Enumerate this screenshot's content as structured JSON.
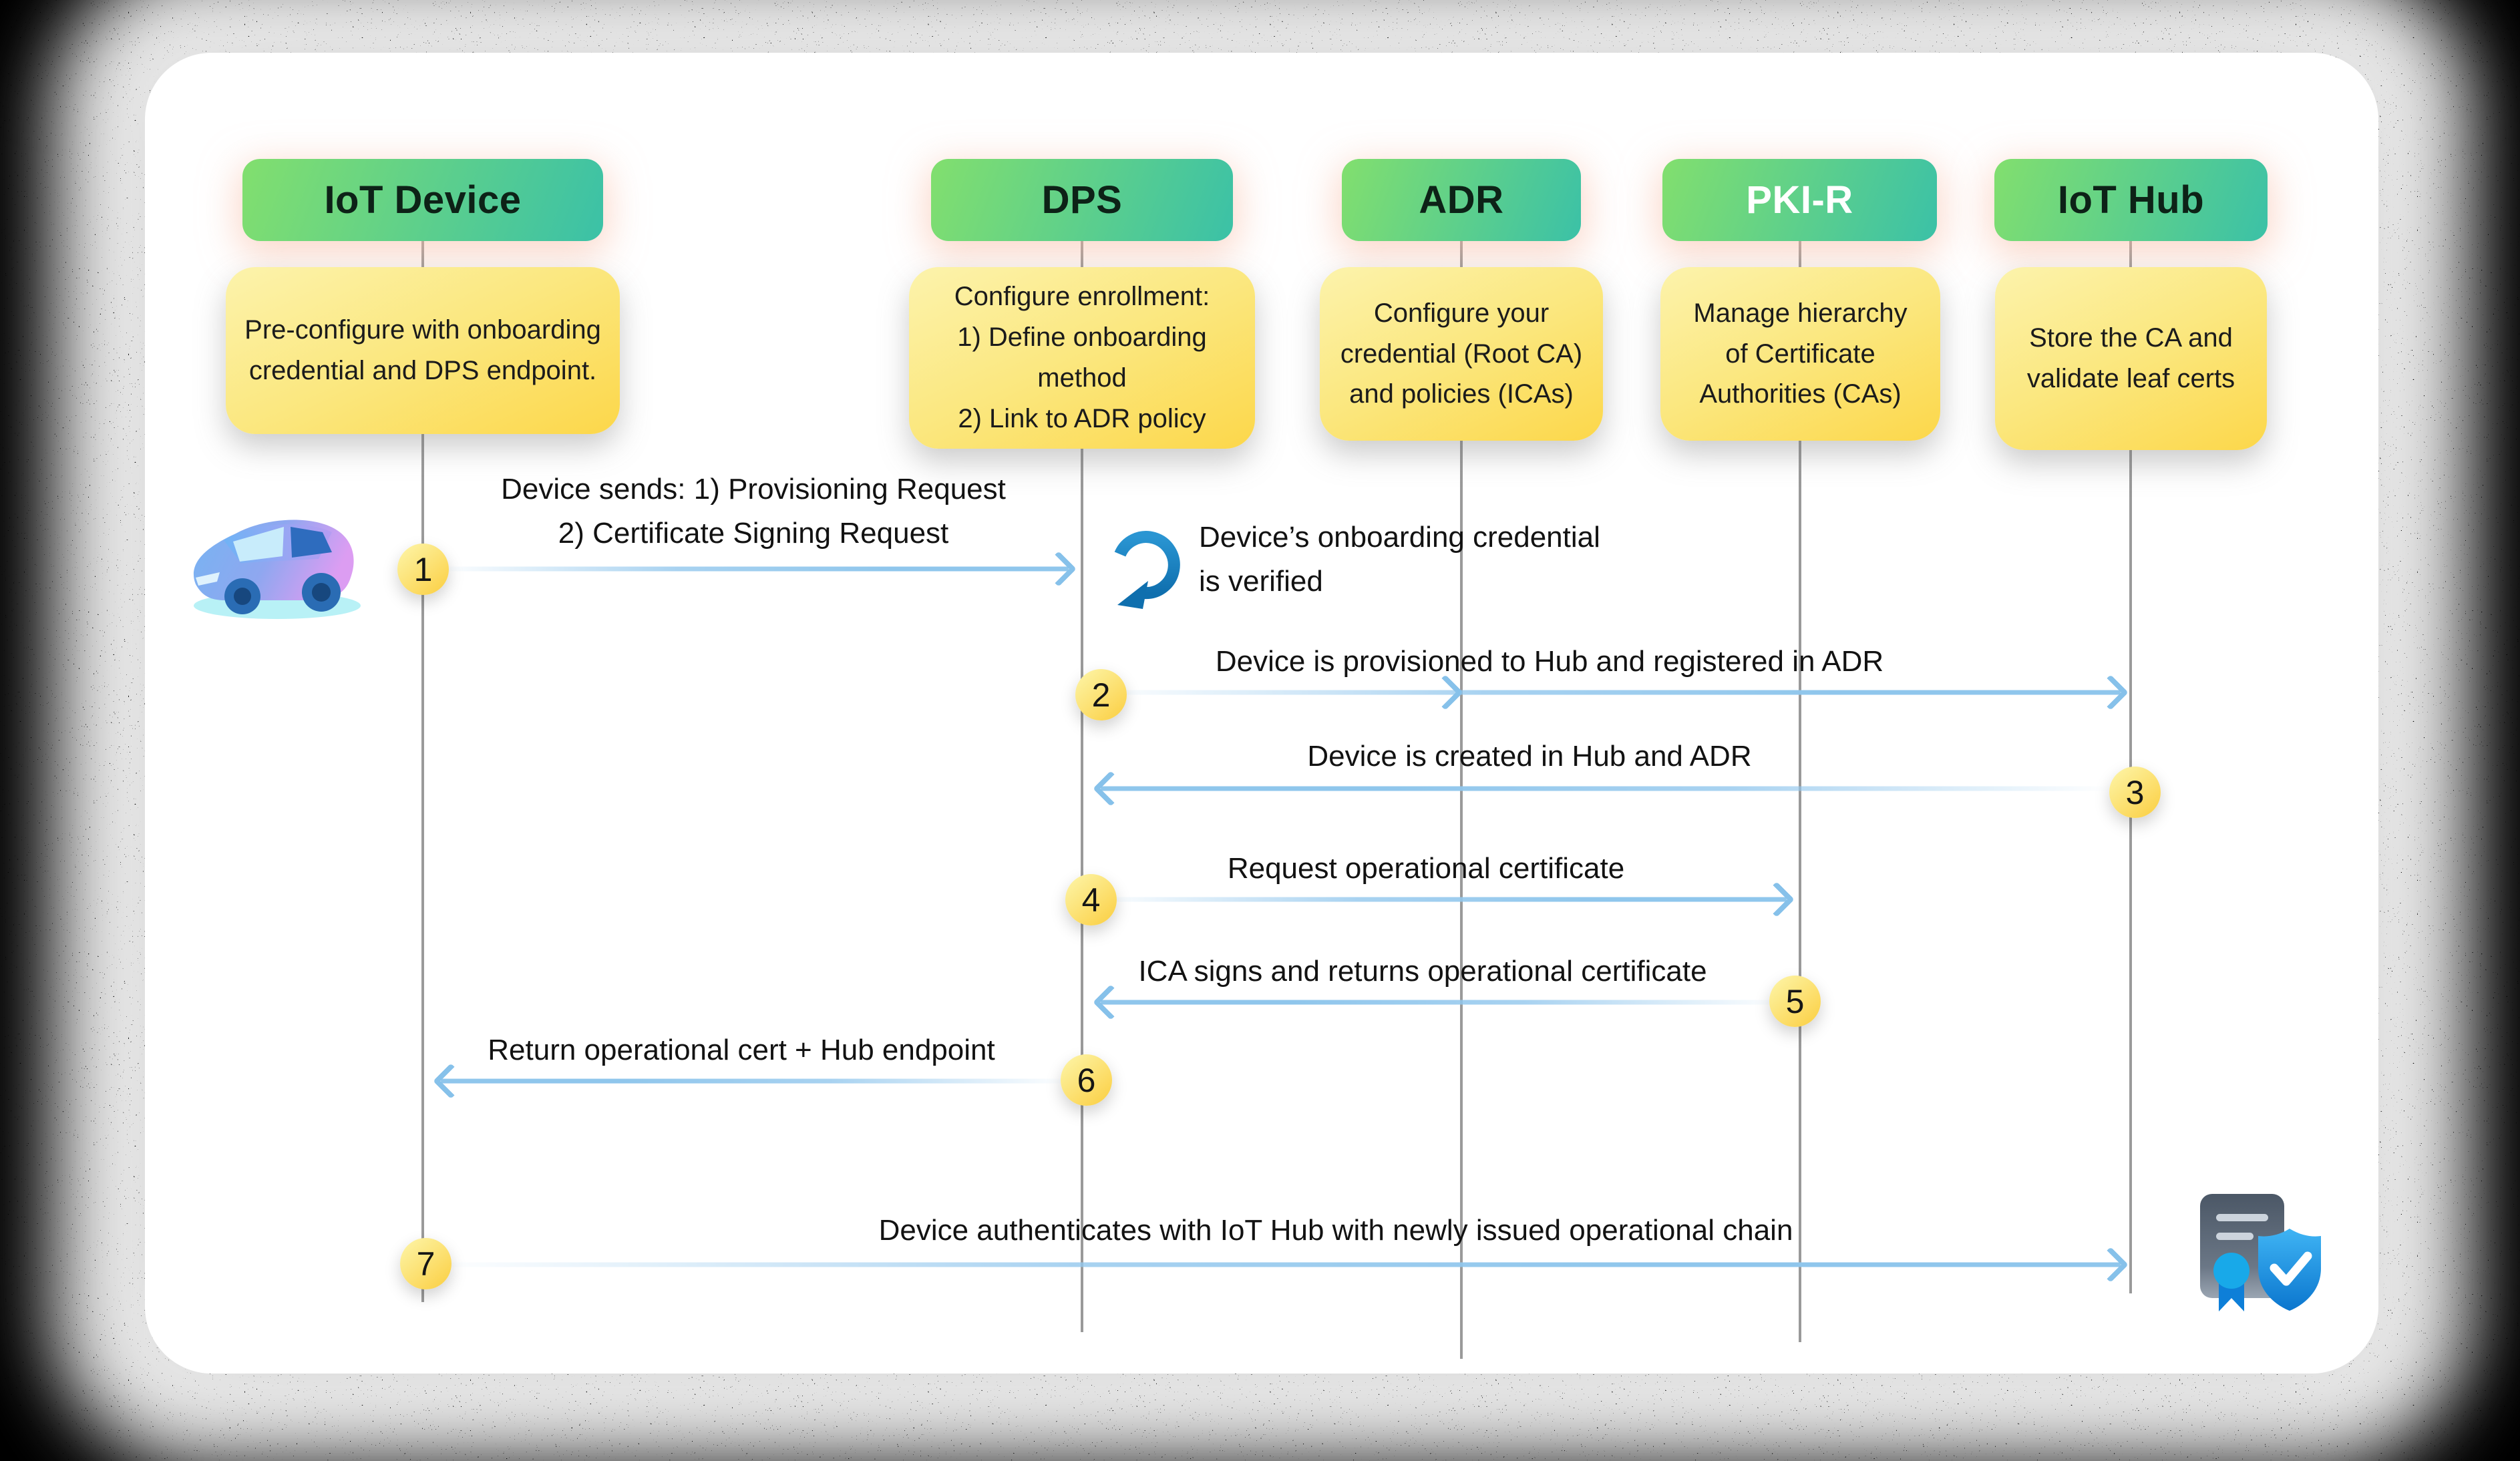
{
  "actors": [
    {
      "name": "IoT Device",
      "note": "Pre-configure with onboarding credential and DPS endpoint."
    },
    {
      "name": "DPS",
      "note": "Configure enrollment:\n1) Define onboarding method\n2) Link to ADR policy"
    },
    {
      "name": "ADR",
      "note": "Configure your credential (Root CA) and policies (ICAs)"
    },
    {
      "name": "PKI-R",
      "note": "Manage hierarchy of Certificate Authorities (CAs)"
    },
    {
      "name": "IoT Hub",
      "note": "Store the CA and validate leaf certs"
    }
  ],
  "steps": [
    {
      "number": "1",
      "label": "Device sends: 1) Provisioning Request\n2) Certificate Signing Request",
      "from": "IoT Device",
      "to": "DPS"
    },
    {
      "number": "2",
      "label": "Device is provisioned to Hub and registered in ADR",
      "from": "DPS",
      "to": "IoT Hub"
    },
    {
      "number": "3",
      "label": "Device is created in Hub and ADR",
      "from": "IoT Hub",
      "to": "DPS"
    },
    {
      "number": "4",
      "label": "Request operational certificate",
      "from": "DPS",
      "to": "PKI-R"
    },
    {
      "number": "5",
      "label": "ICA signs and returns operational certificate",
      "from": "PKI-R",
      "to": "DPS"
    },
    {
      "number": "6",
      "label": "Return operational cert + Hub endpoint",
      "from": "DPS",
      "to": "IoT Device"
    },
    {
      "number": "7",
      "label": "Device authenticates with IoT Hub with newly issued operational chain",
      "from": "IoT Device",
      "to": "IoT Hub"
    }
  ],
  "self_loop": {
    "at": "DPS",
    "label": "Device’s onboarding credential\nis verified"
  },
  "icons": {
    "car": "car-icon",
    "certificate": "certificate-with-shield-check-icon",
    "loop": "clockwise-curved-arrow-icon"
  },
  "colors": {
    "background": "#000000",
    "card": "#ffffff",
    "actor_header_gradient": [
      "#82df6e",
      "#3bc1a7"
    ],
    "note_gradient": [
      "#fcf3ac",
      "#fcd74a"
    ],
    "arrow_blue": "#8fc6ec",
    "loop_arrow_blue": "#1982c1",
    "badge_yellow_gradient": [
      "#fdf2a0",
      "#fbd24b"
    ],
    "lifeline_gray": "#9a9a9a",
    "pki_r_label_color": "#ffffff"
  }
}
